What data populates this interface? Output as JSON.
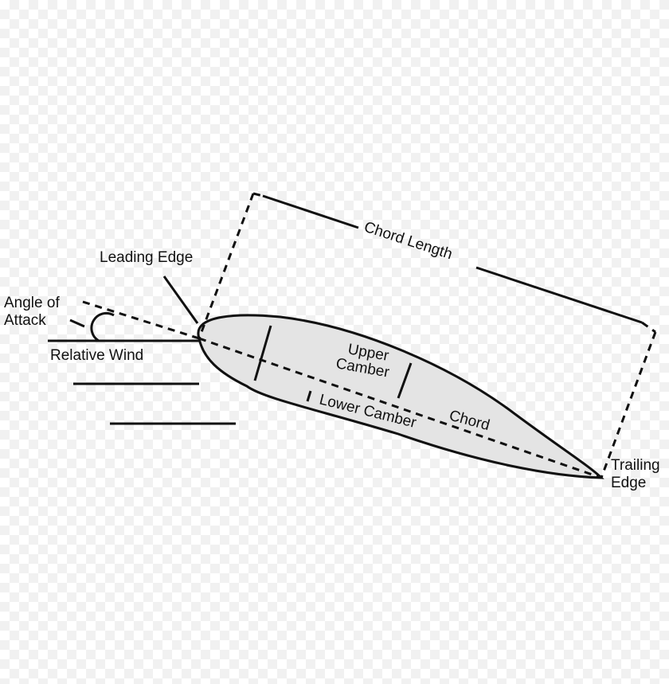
{
  "labels": {
    "chord_length": "Chord Length",
    "leading_edge": "Leading Edge",
    "angle_of_attack_line1": "Angle of",
    "angle_of_attack_line2": "Attack",
    "relative_wind": "Relative Wind",
    "upper_camber_line1": "Upper",
    "upper_camber_line2": "Camber",
    "lower_camber": "Lower Camber",
    "chord": "Chord",
    "trailing_edge_line1": "Trailing",
    "trailing_edge_line2": "Edge"
  },
  "colors": {
    "airfoil_fill": "#e4e4e4",
    "stroke": "#111111"
  }
}
